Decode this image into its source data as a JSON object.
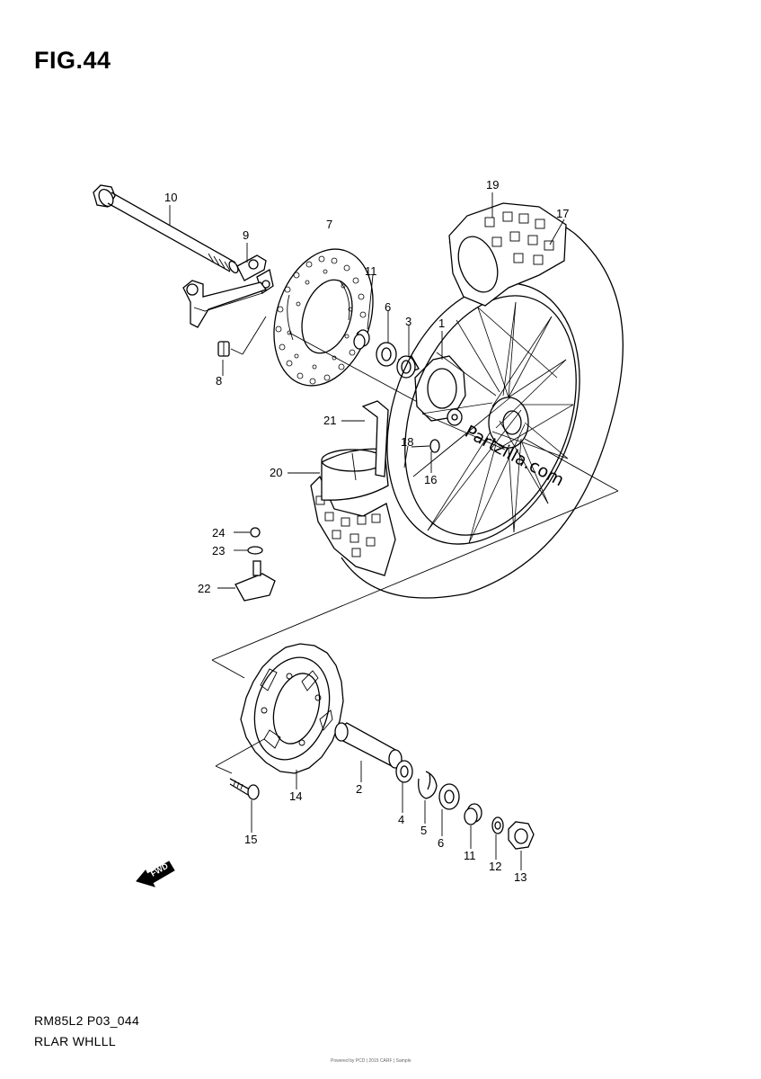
{
  "figure": {
    "title": "FIG.44",
    "code": "RM85L2 P03_044",
    "name": "RLAR WHLLL",
    "watermark": "Partzilla.com",
    "fwd_label": "FWD",
    "footer_small": "Powered by PCD | 2015 CARF | Sample"
  },
  "callouts": [
    "1",
    "2",
    "3",
    "4",
    "5",
    "6",
    "6",
    "7",
    "8",
    "9",
    "10",
    "11",
    "11",
    "12",
    "13",
    "14",
    "15",
    "16",
    "17",
    "18",
    "19",
    "20",
    "21",
    "22",
    "23",
    "24"
  ]
}
